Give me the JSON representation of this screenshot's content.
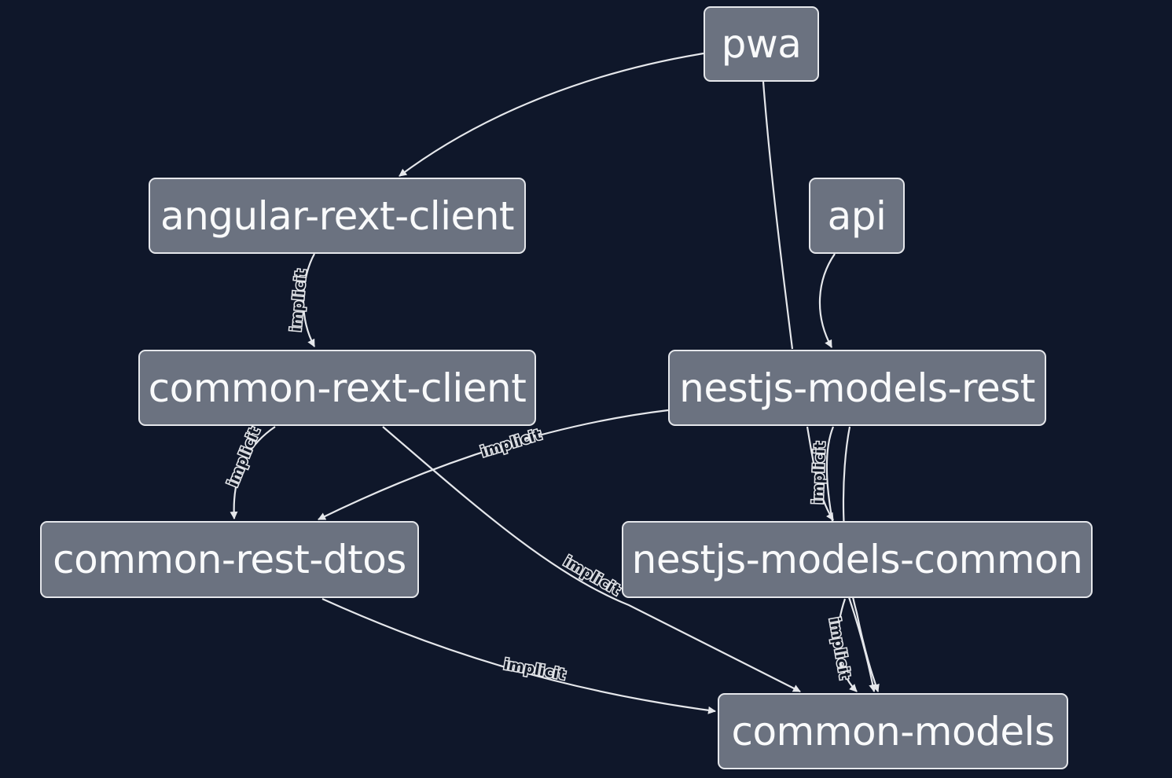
{
  "nodes": {
    "pwa": "pwa",
    "api": "api",
    "angular_rext_client": "angular-rext-client",
    "common_rext_client": "common-rext-client",
    "nestjs_models_rest": "nestjs-models-rest",
    "common_rest_dtos": "common-rest-dtos",
    "nestjs_models_common": "nestjs-models-common",
    "common_models": "common-models"
  },
  "edges": [
    {
      "from": "pwa",
      "to": "angular-rext-client",
      "label": ""
    },
    {
      "from": "pwa",
      "to": "nestjs-models-rest",
      "label": ""
    },
    {
      "from": "api",
      "to": "nestjs-models-rest",
      "label": ""
    },
    {
      "from": "angular-rext-client",
      "to": "common-rext-client",
      "label": "implicit"
    },
    {
      "from": "common-rext-client",
      "to": "common-rest-dtos",
      "label": "implicit"
    },
    {
      "from": "common-rext-client",
      "to": "common-models",
      "label": "implicit"
    },
    {
      "from": "nestjs-models-rest",
      "to": "common-rest-dtos",
      "label": "implicit"
    },
    {
      "from": "nestjs-models-rest",
      "to": "nestjs-models-common",
      "label": "implicit"
    },
    {
      "from": "nestjs-models-rest",
      "to": "common-models",
      "label": ""
    },
    {
      "from": "common-rest-dtos",
      "to": "common-models",
      "label": "implicit"
    },
    {
      "from": "nestjs-models-common",
      "to": "common-models",
      "label": "implicit"
    },
    {
      "from": "nestjs-models-common",
      "to": "common-models",
      "label": ""
    }
  ],
  "colors": {
    "background": "#0f172a",
    "node_fill": "#6b7280",
    "node_border": "#e5e7eb",
    "edge": "#e5e7eb",
    "text": "#f9fafb"
  }
}
